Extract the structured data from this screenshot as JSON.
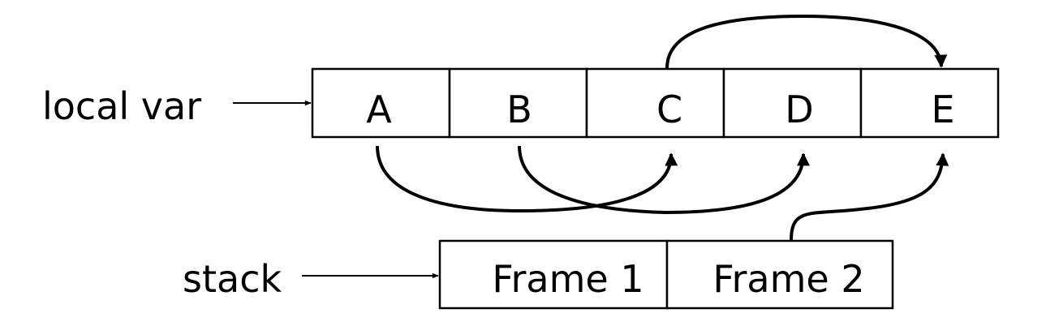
{
  "labels": {
    "local_var": "local var",
    "stack": "stack"
  },
  "cells": [
    "A",
    "B",
    "C",
    "D",
    "E"
  ],
  "frames": [
    "Frame 1",
    "Frame 2"
  ],
  "references": [
    {
      "from": "C",
      "to": "E",
      "side": "top"
    },
    {
      "from": "A",
      "to": "C",
      "side": "bottom"
    },
    {
      "from": "B",
      "to": "D",
      "side": "bottom"
    },
    {
      "from": "Frame 2",
      "to": "E",
      "side": "bottom"
    }
  ],
  "colors": {
    "stroke": "#000000",
    "background": "#ffffff"
  }
}
